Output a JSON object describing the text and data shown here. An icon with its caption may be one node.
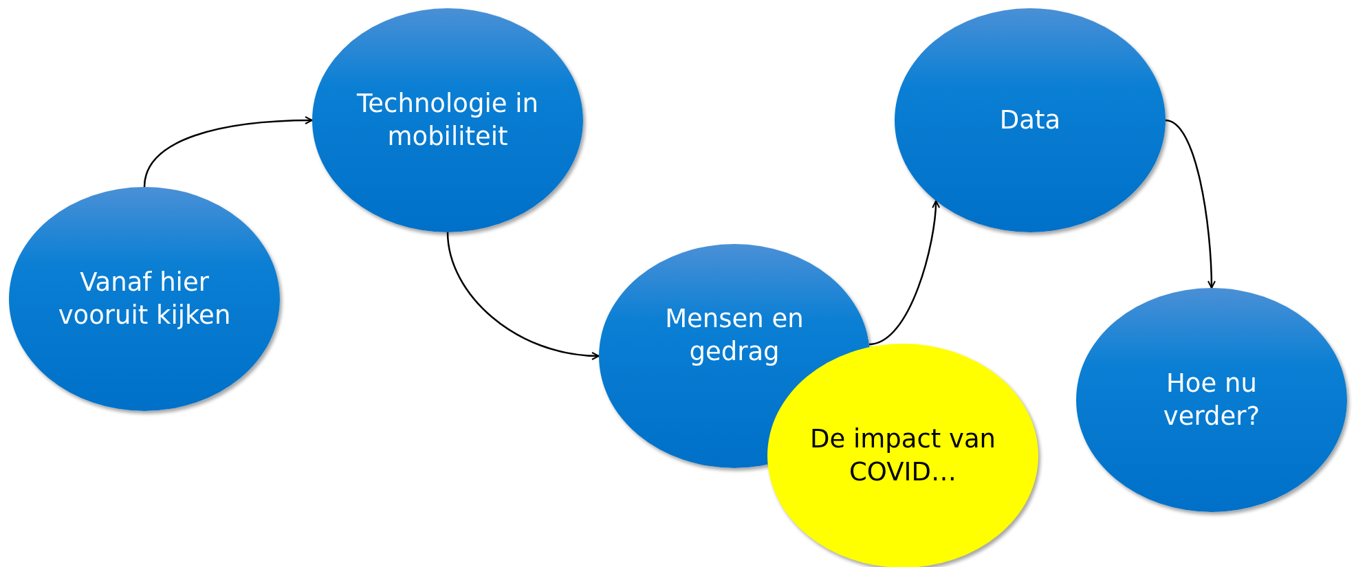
{
  "diagram": {
    "nodes": [
      {
        "text": [
          "Vanaf hier vooruit kijken"
        ]
      },
      {
        "text": [
          "Technologie in mobiliteit"
        ]
      },
      {
        "text": [
          "Mensen en gedrag"
        ]
      },
      {
        "text": [
          "Data"
        ]
      },
      {
        "text": [
          "Hoe nu verder?"
        ]
      },
      {
        "text": [
          "De impact van COVID…"
        ]
      }
    ],
    "edges": [
      {
        "from": 0,
        "to": 1,
        "arrow": "to"
      },
      {
        "from": 1,
        "to": 2,
        "arrow": "to"
      },
      {
        "from": 2,
        "to": 3,
        "arrow": "to"
      },
      {
        "from": 3,
        "to": 4,
        "arrow": "to"
      }
    ]
  }
}
